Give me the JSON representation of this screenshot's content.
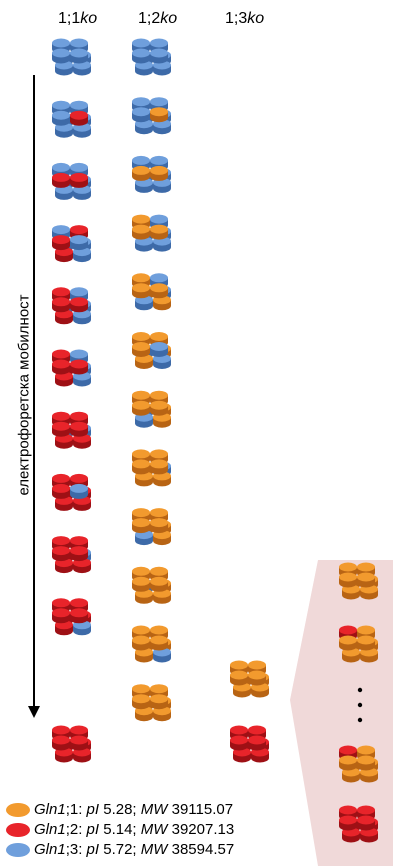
{
  "columns": [
    {
      "pre": "1;",
      "num": "1",
      "suf": "ko"
    },
    {
      "pre": "1;",
      "num": "2",
      "suf": "ko"
    },
    {
      "pre": "1;",
      "num": "3",
      "suf": "ko"
    }
  ],
  "axis_label": "електрофоретска мобилност",
  "colors": {
    "Gln1;1": "#f29a2e",
    "Gln1;2": "#e8242a",
    "Gln1;3": "#6f9fdc"
  },
  "legend": [
    {
      "gene": "Gln1",
      "iso": ";1:",
      "pi_label": "pI",
      "pi": "5.28;",
      "mw_label": "MW",
      "mw": "39115.07",
      "color": "#f29a2e"
    },
    {
      "gene": "Gln1",
      "iso": ";2:",
      "pi_label": "pI",
      "pi": "5.14;",
      "mw_label": "MW",
      "mw": "39207.13",
      "color": "#e8242a"
    },
    {
      "gene": "Gln1",
      "iso": ";3:",
      "pi_label": "pI",
      "pi": "5.72;",
      "mw_label": "MW",
      "mw": "38594.57",
      "color": "#6f9fdc"
    }
  ],
  "complexes": {
    "col1": [
      "BBBBBBBB",
      "BBBRBBBB",
      "BBRRBBBB",
      "BRRBBBRB",
      "RBRRBBRB",
      "RBRRRBRB",
      "RRRRBBRR",
      "RRRBRRRR",
      "RRRRRBRR",
      "RRRRRRRB",
      "RRRRRRRR"
    ],
    "col2": [
      "BBBBBBBB",
      "BBBOBBBB",
      "BBOOBBBB",
      "OBOOBBBB",
      "OBOOOBBO",
      "OOOBBOOB",
      "OOOOBOBO",
      "OOOOOBOO",
      "OOOOOOBO",
      "OOOOBOOO",
      "OOOOOOOB",
      "OOOOOOOO"
    ],
    "col3": [
      "OOOOOOOO",
      "RRRRRRRR"
    ],
    "inset": [
      "OOOOOOOO",
      "ROOOOOOO",
      "ROOOOOOO",
      "RRRRRRRR"
    ]
  }
}
